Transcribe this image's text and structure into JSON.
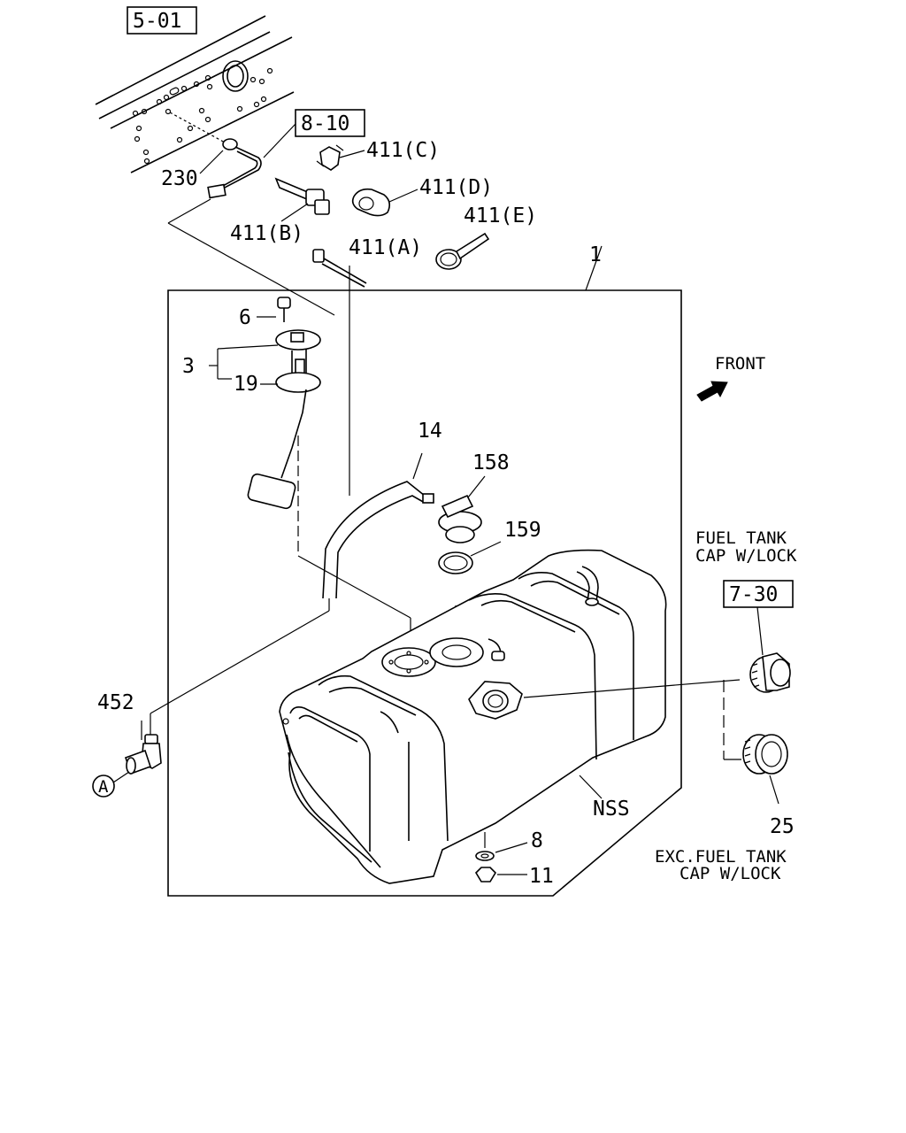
{
  "refs": {
    "r501": "5-01",
    "r810": "8-10",
    "r730": "7-30"
  },
  "parts": {
    "p230": "230",
    "p411a": "411(A)",
    "p411b": "411(B)",
    "p411c": "411(C)",
    "p411d": "411(D)",
    "p411e": "411(E)",
    "p1": "1",
    "p6": "6",
    "p3": "3",
    "p19": "19",
    "p14": "14",
    "p158": "158",
    "p159": "159",
    "p452": "452",
    "p8": "8",
    "p11": "11",
    "p25": "25",
    "nss": "NSS",
    "circle_a": "A"
  },
  "notes": {
    "front": "FRONT",
    "with_lock_1": "FUEL TANK",
    "with_lock_2": "CAP W/LOCK",
    "exc_lock_1": "EXC.FUEL TANK",
    "exc_lock_2": "CAP W/LOCK"
  }
}
